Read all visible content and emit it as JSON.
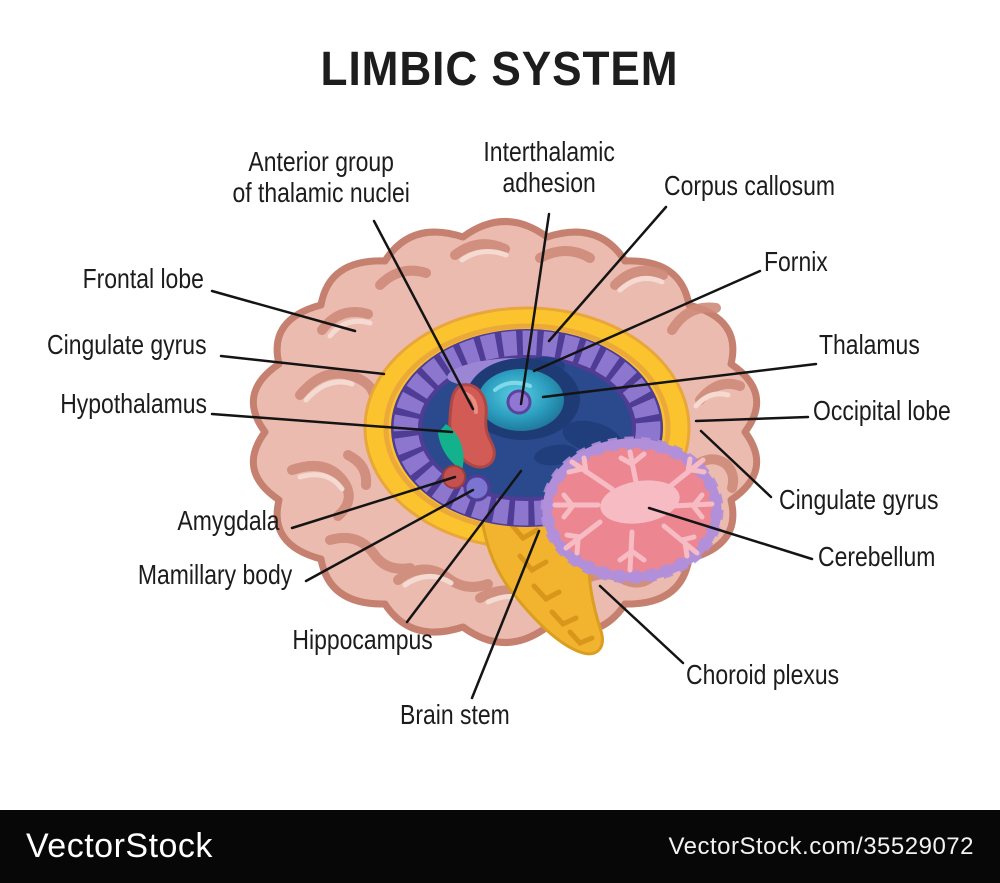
{
  "title": "LIMBIC SYSTEM",
  "diagram": {
    "labels": {
      "anterior_group": "Anterior group\nof thalamic nuclei",
      "interthalamic": "Interthalamic\nadhesion",
      "corpus_callosum": "Corpus callosum",
      "fornix": "Fornix",
      "frontal_lobe": "Frontal lobe",
      "cingulate_gyrus_left": "Cingulate gyrus",
      "hypothalamus": "Hypothalamus",
      "thalamus": "Thalamus",
      "occipital_lobe": "Occipital lobe",
      "cingulate_gyrus_right": "Cingulate gyrus",
      "cerebellum": "Cerebellum",
      "amygdala": "Amygdala",
      "mamillary_body": "Mamillary body",
      "hippocampus": "Hippocampus",
      "brain_stem": "Brain stem",
      "choroid_plexus": "Choroid plexus"
    },
    "colors": {
      "cortex_fill": "#EBBBAF",
      "cortex_outline": "#C5806F",
      "gyri_shade": "#CF8B7A",
      "gyri_highlight": "#F5DAD1",
      "corpus_callosum_yellow": "#FBC42F",
      "limbic_band_purple": "#8D77CE",
      "band_stripe_dark": "#4E3C95",
      "ventricle_blue": "#2B4A8D",
      "thalamus_teal": "#35B6D4",
      "nuclei_red": "#D35B56",
      "hypothalamus_teal": "#14B28C",
      "mamillary_purple": "#7B74D0",
      "cerebellum_pink": "#EC8792",
      "cerebellum_outline": "#B18FD9",
      "arbor_vitae_pink": "#F7BCC3",
      "brain_stem_yellow": "#F2B42F",
      "leader_line": "#141414"
    }
  },
  "watermark": {
    "brand": "VectorStock",
    "url": "VectorStock.com/35529072",
    "bar_color": "#070707"
  }
}
